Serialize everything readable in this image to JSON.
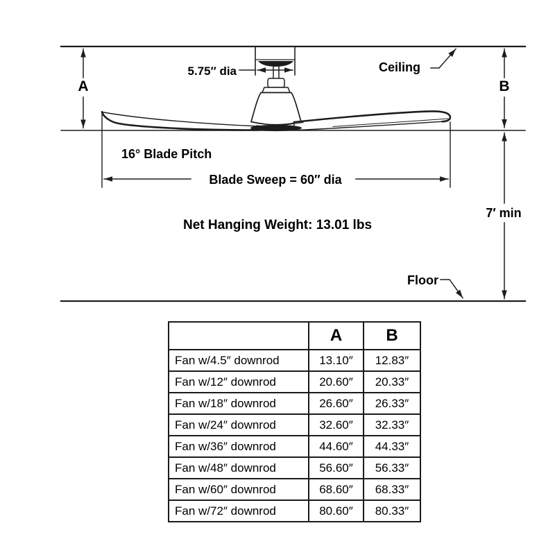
{
  "colors": {
    "ink": "#1d1d1b",
    "background": "#ffffff"
  },
  "diagram": {
    "canopy_dia_label": "5.75″ dia",
    "ceiling_label": "Ceiling",
    "dim_a_label": "A",
    "dim_b_label": "B",
    "blade_pitch_label": "16° Blade Pitch",
    "blade_sweep_label": "Blade Sweep = 60″ dia",
    "net_weight_label": "Net Hanging Weight: 13.01 lbs",
    "min_floor_clearance_label": "7′ min",
    "floor_label": "Floor"
  },
  "table": {
    "columns": [
      "",
      "A",
      "B"
    ],
    "rows": [
      {
        "label": "Fan w/4.5″ downrod",
        "a": "13.10″",
        "b": "12.83″"
      },
      {
        "label": "Fan w/12″ downrod",
        "a": "20.60″",
        "b": "20.33″"
      },
      {
        "label": "Fan w/18″ downrod",
        "a": "26.60″",
        "b": "26.33″"
      },
      {
        "label": "Fan w/24″ downrod",
        "a": "32.60″",
        "b": "32.33″"
      },
      {
        "label": "Fan w/36″ downrod",
        "a": "44.60″",
        "b": "44.33″"
      },
      {
        "label": "Fan w/48″ downrod",
        "a": "56.60″",
        "b": "56.33″"
      },
      {
        "label": "Fan w/60″ downrod",
        "a": "68.60″",
        "b": "68.33″"
      },
      {
        "label": "Fan w/72″ downrod",
        "a": "80.60″",
        "b": "80.33″"
      }
    ]
  }
}
